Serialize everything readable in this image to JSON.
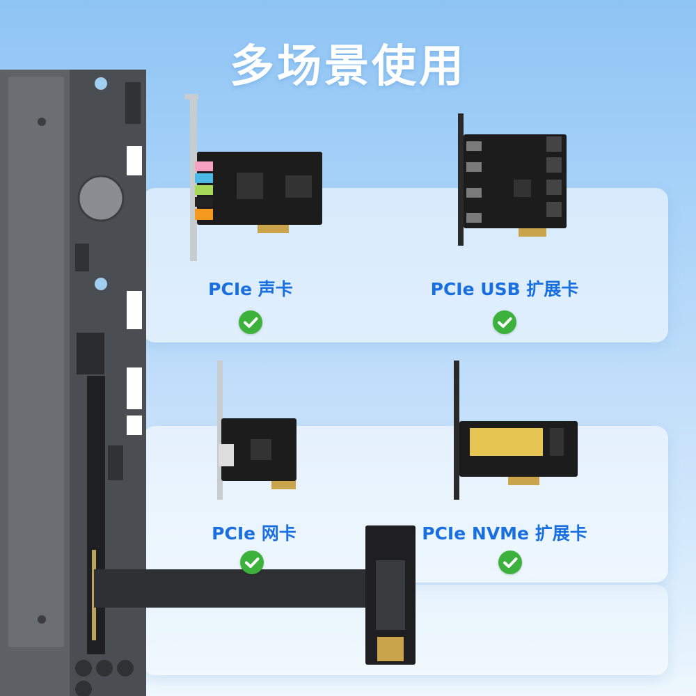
{
  "title": "多场景使用",
  "cards": [
    {
      "label": "PCIe 声卡"
    },
    {
      "label": "PCIe USB 扩展卡"
    },
    {
      "label": "PCIe 网卡"
    },
    {
      "label": "PCIe NVMe 扩展卡"
    }
  ],
  "colors": {
    "label": "#1a6fe0",
    "check": "#3cb23c",
    "title": "#ffffff"
  }
}
